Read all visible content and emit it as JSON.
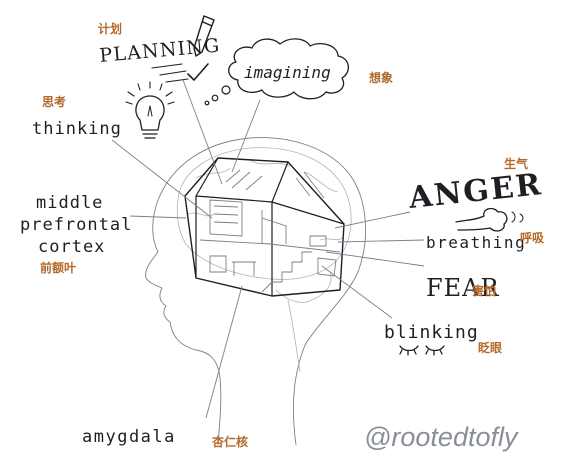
{
  "labels": {
    "planning": {
      "en": "PLANNING",
      "zh": "计划"
    },
    "imagining": {
      "en": "imagining",
      "zh": "想象"
    },
    "thinking": {
      "en": "thinking",
      "zh": "思考"
    },
    "middle_prefrontal_cortex": {
      "line1": "middle",
      "line2": "prefrontal",
      "line3": "cortex",
      "zh": "前额叶"
    },
    "anger": {
      "en": "ANGER",
      "zh": "生气"
    },
    "breathing": {
      "en": "breathing",
      "zh": "呼吸"
    },
    "fear": {
      "en": "FEAR",
      "zh": "害怕"
    },
    "blinking": {
      "en": "blinking",
      "zh": "眨眼"
    },
    "amygdala": {
      "en": "amygdala",
      "zh": "杏仁核"
    }
  },
  "watermark": "@rootedtofly",
  "icons": [
    "pencil-icon",
    "checkmark-icon",
    "thought-cloud-icon",
    "lightbulb-icon",
    "breath-puff-icon",
    "closed-eyes-icon",
    "house-icon",
    "head-profile-icon",
    "brain-icon"
  ],
  "colors": {
    "ink": "#1d1f24",
    "chinese_label": "#b3692a",
    "watermark": "#8a8f97"
  }
}
